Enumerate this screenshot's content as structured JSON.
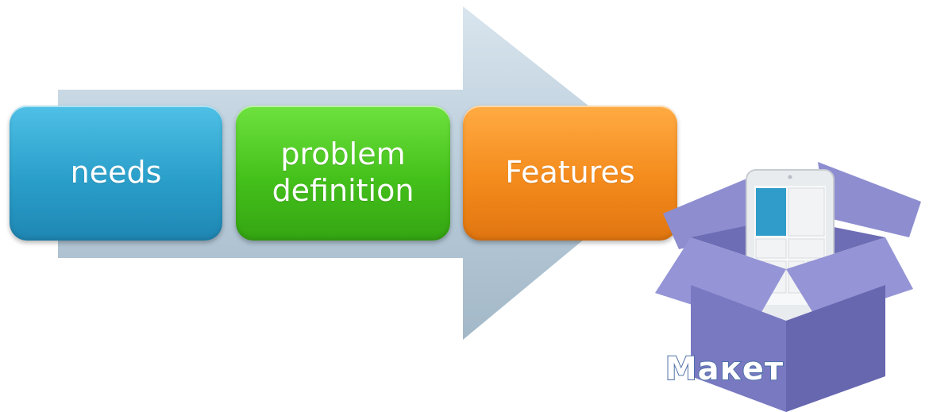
{
  "steps": [
    {
      "label": "needs",
      "color": "#2fa8d0"
    },
    {
      "label": "problem\ndefinition",
      "color": "#45c21c"
    },
    {
      "label": "Features",
      "color": "#f58d1f"
    }
  ],
  "mockup": {
    "caption": "Макет",
    "box_color": "#8787c9",
    "icon": "box-with-phone-icon"
  },
  "arrow": {
    "color": "#b7ccda",
    "icon": "right-arrow-icon"
  }
}
